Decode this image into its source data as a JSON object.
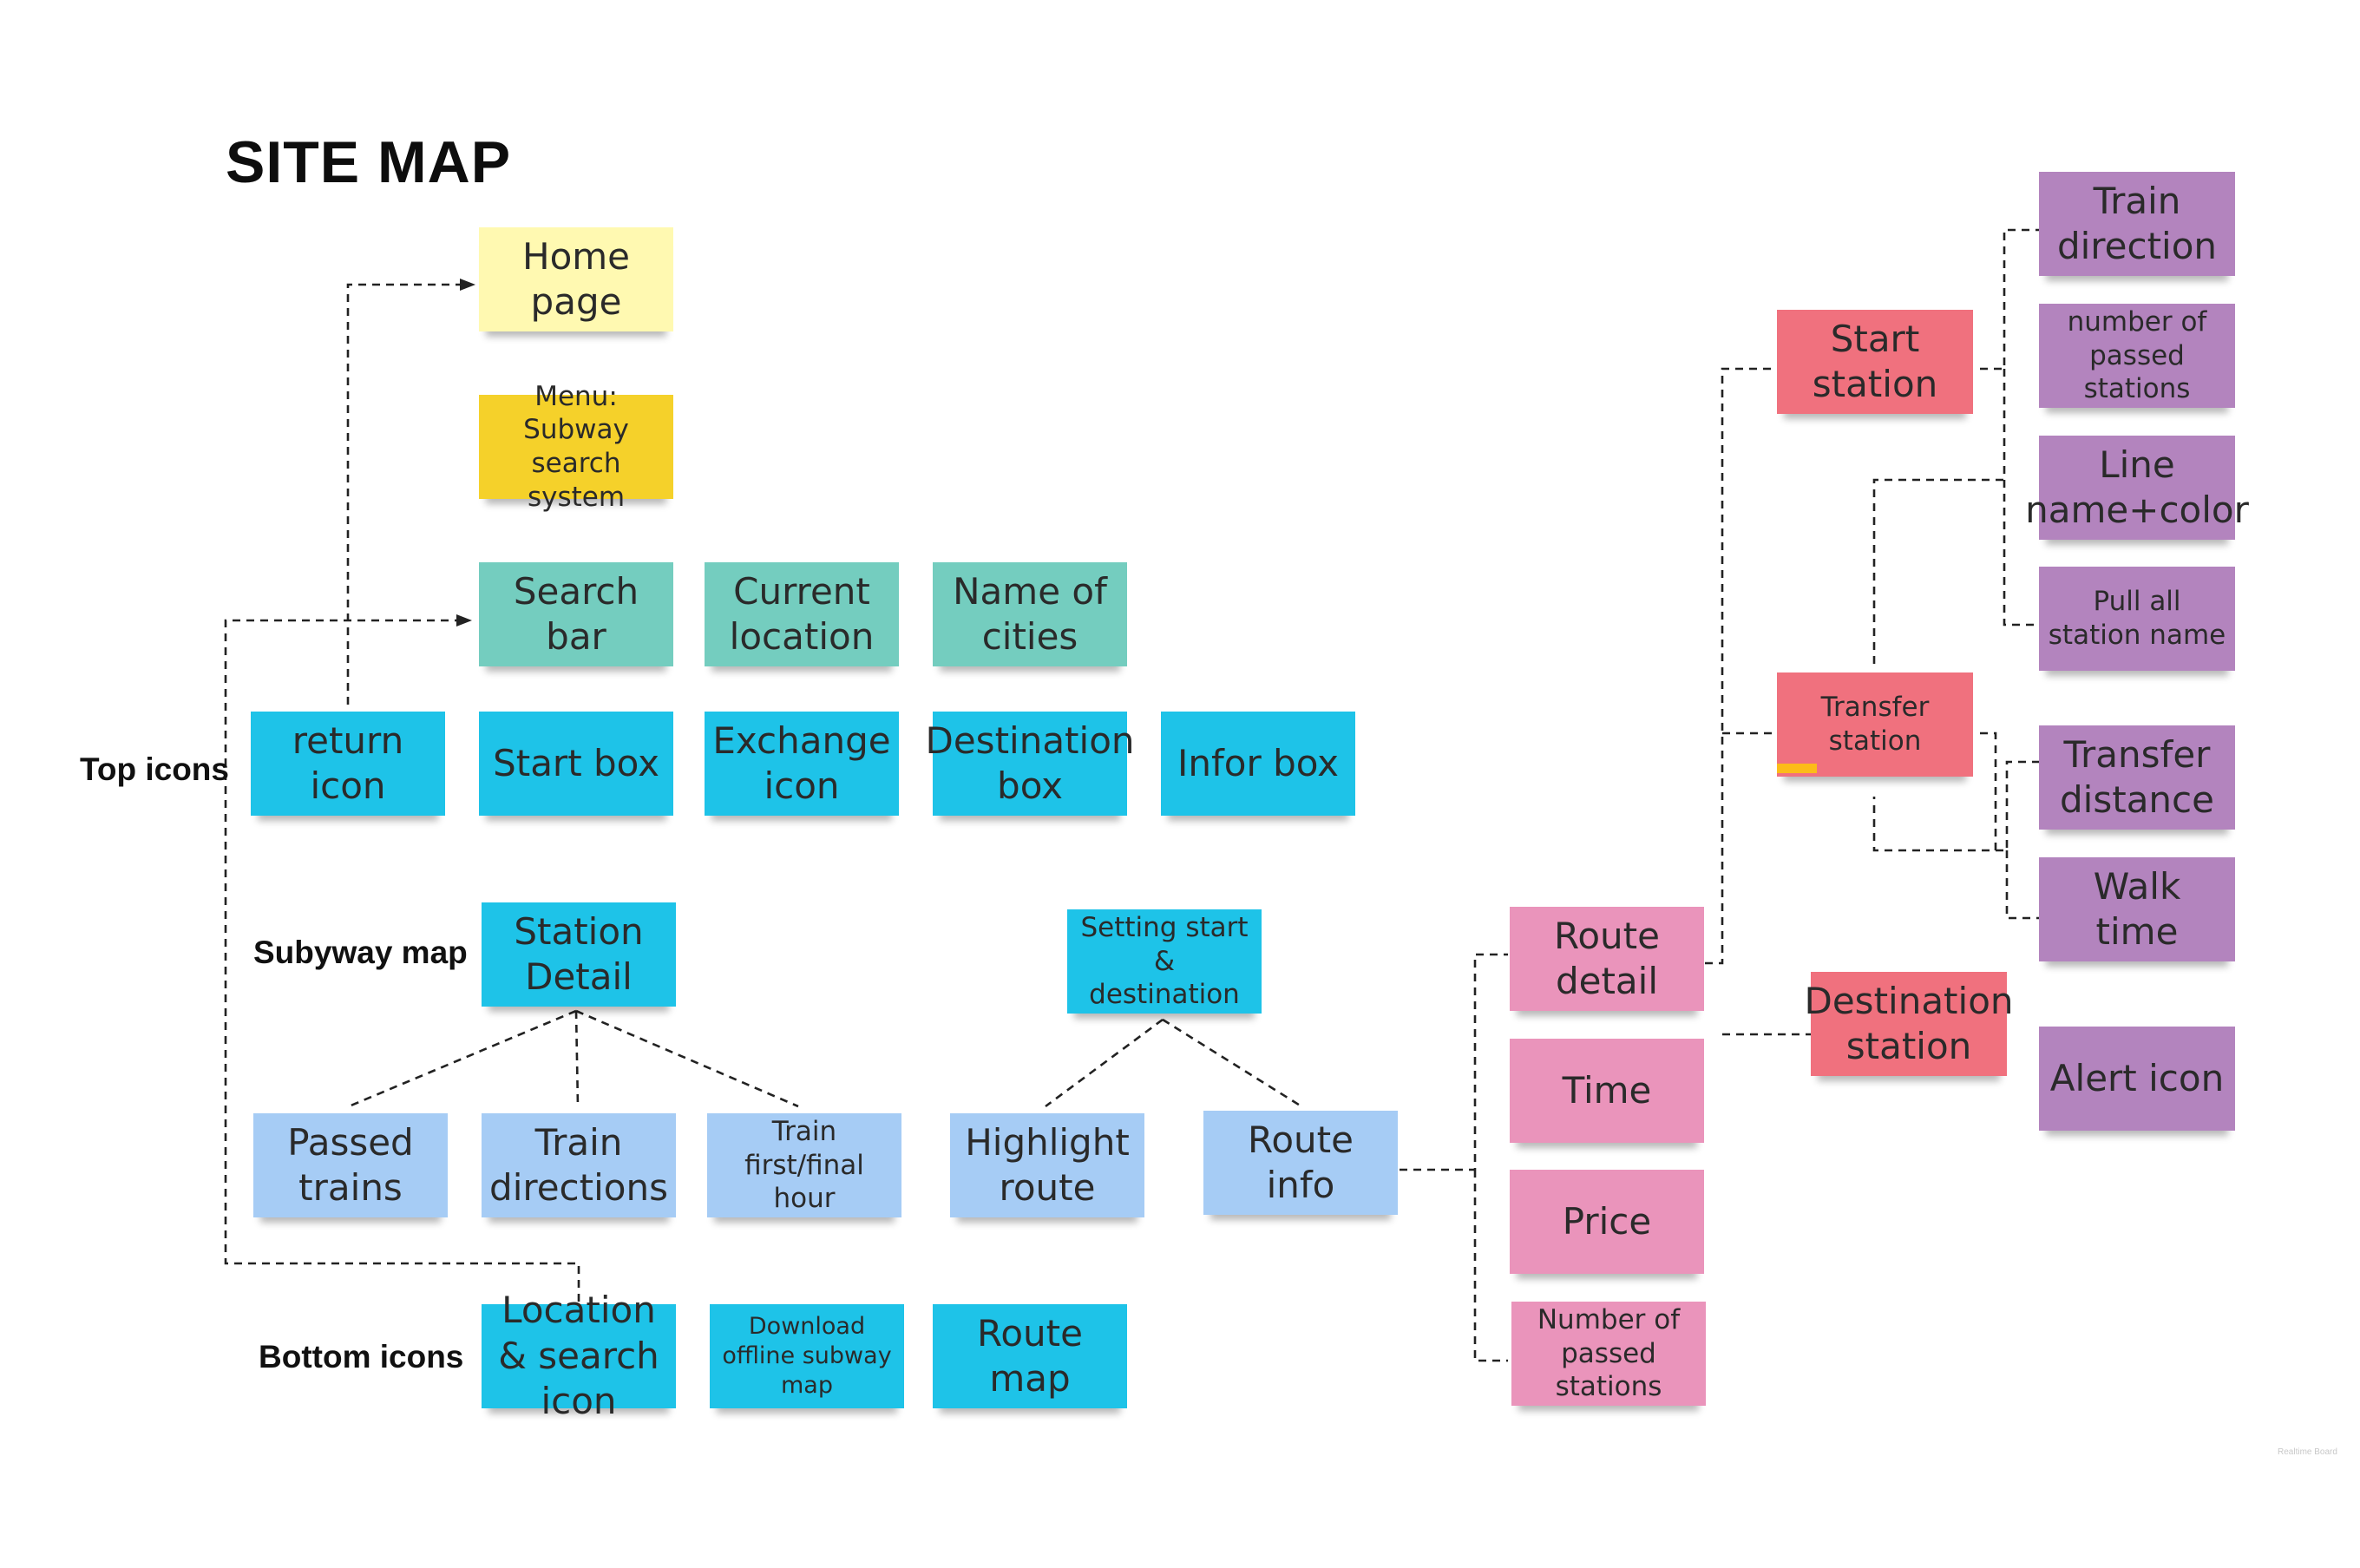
{
  "title": "SITE MAP",
  "section_labels": {
    "top_icons": "Top icons",
    "subway_map": "Subyway map",
    "bottom_icons": "Bottom icons"
  },
  "notes": {
    "home_page": "Home page",
    "menu": "Menu: Subway search system",
    "search_bar": "Search bar",
    "current_location": "Current location",
    "name_of_cities": "Name of cities",
    "return_icon": "return icon",
    "start_box": "Start box",
    "exchange_icon": "Exchange icon",
    "destination_box": "Destination box",
    "infor_box": "Infor box",
    "station_detail": "Station Detail",
    "passed_trains": "Passed trains",
    "train_directions": "Train directions",
    "train_first_final_hour": "Train first/final hour",
    "setting_start_destination": "Setting start & destination",
    "highlight_route": "Highlight route",
    "route_info": "Route info",
    "location_search_icon": "Location & search icon",
    "download_offline_map": "Download offline subway map",
    "route_map": "Route map",
    "route_detail": "Route detail",
    "time": "Time",
    "price": "Price",
    "number_of_passed_stations": "Number of passed stations",
    "start_station": "Start station",
    "transfer_station": "Transfer station",
    "destination_station": "Destination station",
    "train_direction": "Train direction",
    "number_of_passed_stations_small": "number of passed stations",
    "line_name_color": "Line name+color",
    "pull_all_station_name": "Pull all station name",
    "transfer_distance": "Transfer distance",
    "walk_time": "Walk time",
    "alert_icon": "Alert icon"
  },
  "watermark": "Realtime Board",
  "colors": {
    "yellow_light": "#fff9b1",
    "yellow_dark": "#f5d12a",
    "teal": "#74cdbf",
    "cyan": "#1ec3e8",
    "light_blue": "#a6ccf5",
    "pink": "#ea94bb",
    "red": "#f0717e",
    "purple": "#b384be",
    "tag": "#fcbc19"
  }
}
